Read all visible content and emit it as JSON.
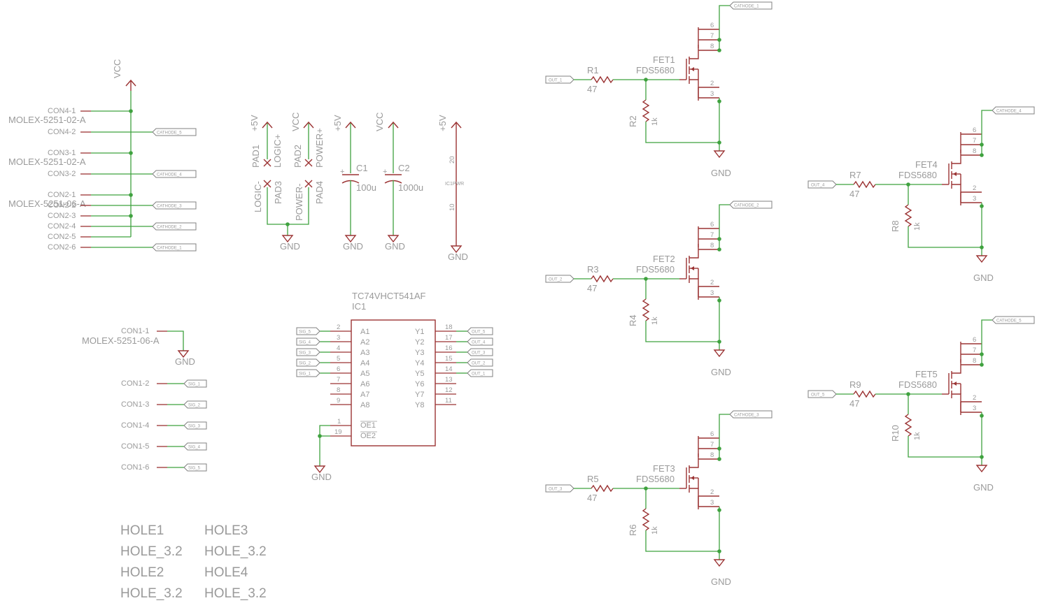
{
  "power": {
    "vcc": "VCC",
    "p5v": "+5V",
    "gnd": "GND"
  },
  "connectors": {
    "con4": {
      "part": "MOLEX-5251-02-A",
      "pins": [
        "CON4-1",
        "CON4-2"
      ]
    },
    "con3": {
      "part": "MOLEX-5251-02-A",
      "pins": [
        "CON3-1",
        "CON3-2"
      ]
    },
    "con2": {
      "part": "MOLEX-5251-06-A",
      "pins": [
        "CON2-1",
        "CON2-2",
        "CON2-3",
        "CON2-4",
        "CON2-5",
        "CON2-6"
      ]
    },
    "con1": {
      "part": "MOLEX-5251-06-A",
      "pins": [
        "CON1-1",
        "CON1-2",
        "CON1-3",
        "CON1-4",
        "CON1-5",
        "CON1-6"
      ]
    }
  },
  "net_tags": {
    "cathode": [
      "CATHODE_1",
      "CATHODE_2",
      "CATHODE_3",
      "CATHODE_4",
      "CATHODE_5"
    ],
    "sig": [
      "SIG_1",
      "SIG_2",
      "SIG_3",
      "SIG_4",
      "SIG_5"
    ],
    "out": [
      "OUT_1",
      "OUT_2",
      "OUT_3",
      "OUT_4",
      "OUT_5"
    ]
  },
  "pads": {
    "pad1": "PAD1",
    "pad1_net": "LOGIC+",
    "pad2": "PAD2",
    "pad2_net": "POWER+",
    "pad3": "PAD3",
    "pad3_net": "LOGIC-",
    "pad4": "PAD4",
    "pad4_net": "POWER-"
  },
  "caps": {
    "c1": "C1",
    "c1_val": "100u",
    "c2": "C2",
    "c2_val": "1000u"
  },
  "ic1pwr": {
    "name": "IC1PWR",
    "pin_top": "20",
    "pin_bot": "10"
  },
  "ic1": {
    "part": "TC74VHCT541AF",
    "name": "IC1",
    "left_pins": [
      "2",
      "3",
      "4",
      "5",
      "6",
      "7",
      "8",
      "9"
    ],
    "left_labels": [
      "A1",
      "A2",
      "A3",
      "A4",
      "A5",
      "A6",
      "A7",
      "A8"
    ],
    "right_pins": [
      "18",
      "17",
      "16",
      "15",
      "14",
      "13",
      "12",
      "11"
    ],
    "right_labels": [
      "Y1",
      "Y2",
      "Y3",
      "Y4",
      "Y5",
      "Y6",
      "Y7",
      "Y8"
    ],
    "oe_pins": [
      "1",
      "19"
    ],
    "oe_labels": [
      "OE1",
      "OE2"
    ]
  },
  "fets": [
    {
      "name": "FET1",
      "part": "FDS5680",
      "rg": "R1",
      "rg_val": "47",
      "rp": "R2",
      "rp_val": "1k"
    },
    {
      "name": "FET2",
      "part": "FDS5680",
      "rg": "R3",
      "rg_val": "47",
      "rp": "R4",
      "rp_val": "1k"
    },
    {
      "name": "FET3",
      "part": "FDS5680",
      "rg": "R5",
      "rg_val": "47",
      "rp": "R6",
      "rp_val": "1k"
    },
    {
      "name": "FET4",
      "part": "FDS5680",
      "rg": "R7",
      "rg_val": "47",
      "rp": "R8",
      "rp_val": "1k"
    },
    {
      "name": "FET5",
      "part": "FDS5680",
      "rg": "R9",
      "rg_val": "47",
      "rp": "R10",
      "rp_val": "1k"
    }
  ],
  "fet_pins": {
    "drain": [
      "6",
      "7",
      "8"
    ],
    "source": [
      "2",
      "3"
    ]
  },
  "holes": {
    "h1": "HOLE1",
    "h1_val": "HOLE_3.2",
    "h2": "HOLE2",
    "h2_val": "HOLE_3.2",
    "h3": "HOLE3",
    "h3_val": "HOLE_3.2",
    "h4": "HOLE4",
    "h4_val": "HOLE_3.2"
  },
  "colors": {
    "wire": "#3fa23f",
    "symbol": "#9b3333",
    "text": "#9a9a9a"
  }
}
